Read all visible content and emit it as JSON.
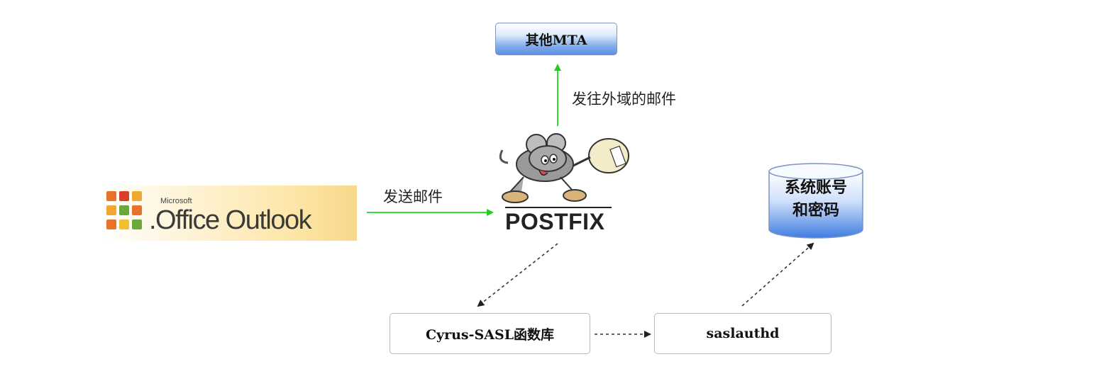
{
  "nodes": {
    "other_mta": "其他MTA",
    "outlook": {
      "brand": "Microsoft",
      "product": ".Office Outlook"
    },
    "postfix": "POSTFIX",
    "database": {
      "line1": "系统账号",
      "line2": "和密码"
    },
    "cyrus_sasl": "Cyrus-SASL函数库",
    "saslauthd": "saslauthd"
  },
  "edges": {
    "to_external": "发往外域的邮件",
    "send_mail": "发送邮件"
  },
  "colors": {
    "green_arrow": "#22dd22",
    "dashed_arrow": "#333333",
    "db_blue": "#4f86e0"
  }
}
